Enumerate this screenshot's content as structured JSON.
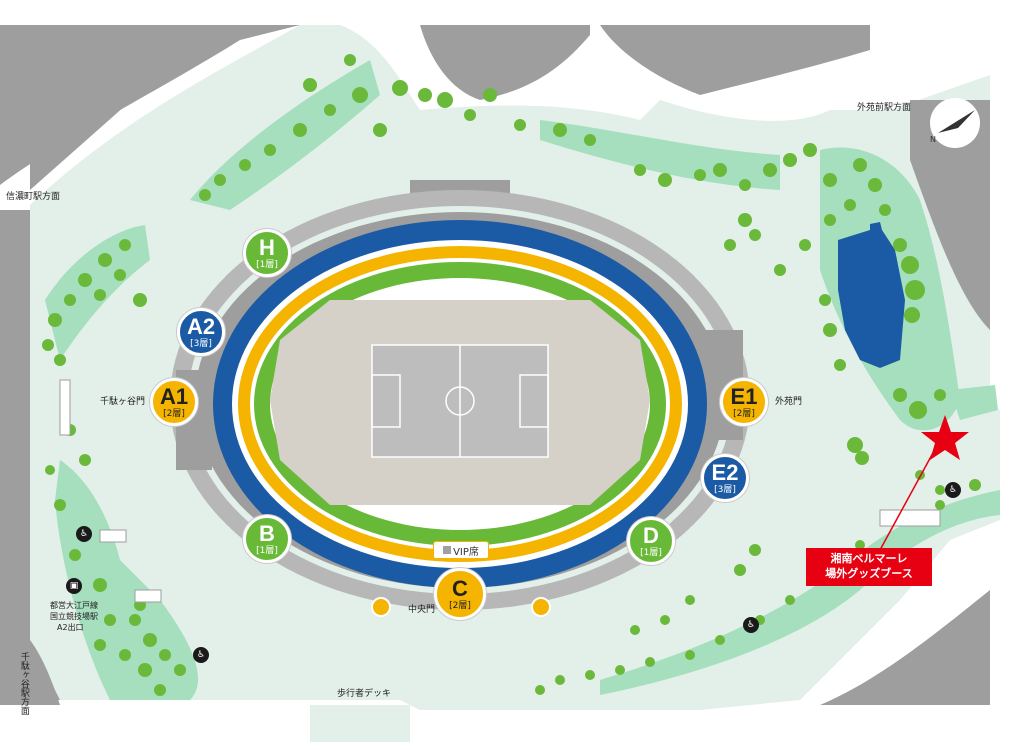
{
  "colors": {
    "park": "#e3efe9",
    "greenery": "#a5dfbe",
    "tree": "#6ab93a",
    "road": "#9e9e9e",
    "stand_blue": "#1b5aa4",
    "ring_yellow": "#f4b400",
    "inner_green": "#69b938",
    "field": "#d5d1c8",
    "booth_red": "#e60012"
  },
  "gates": [
    {
      "letter": "H",
      "floor": "[1層]",
      "color": "green"
    },
    {
      "letter": "A2",
      "floor": "[3層]",
      "color": "blue"
    },
    {
      "letter": "A1",
      "floor": "[2層]",
      "color": "yellow"
    },
    {
      "letter": "B",
      "floor": "[1層]",
      "color": "green"
    },
    {
      "letter": "C",
      "floor": "[2層]",
      "color": "yellow"
    },
    {
      "letter": "D",
      "floor": "[1層]",
      "color": "green"
    },
    {
      "letter": "E1",
      "floor": "[2層]",
      "color": "yellow"
    },
    {
      "letter": "E2",
      "floor": "[3層]",
      "color": "blue"
    }
  ],
  "labels": {
    "sendagaya_gate": "千駄ヶ谷門",
    "gaien_gate": "外苑門",
    "central_gate": "中央門",
    "pedestrian_deck": "歩行者デッキ",
    "shinanomachi": "信濃町駅方面",
    "gaienmae": "外苑前駅方面",
    "sendagaya_station": "千駄ヶ谷駅方面",
    "subway_line1": "都営大江戸線",
    "subway_line2": "国立競技場駅",
    "subway_line3": "A2出口",
    "vip": "VIP席"
  },
  "booth": {
    "line1": "湘南ベルマーレ",
    "line2": "場外グッズブース"
  },
  "icons": {
    "restroom": "restroom-icon",
    "subway": "subway-icon",
    "north_arrow": "north-arrow-icon",
    "star": "star-marker-icon"
  }
}
